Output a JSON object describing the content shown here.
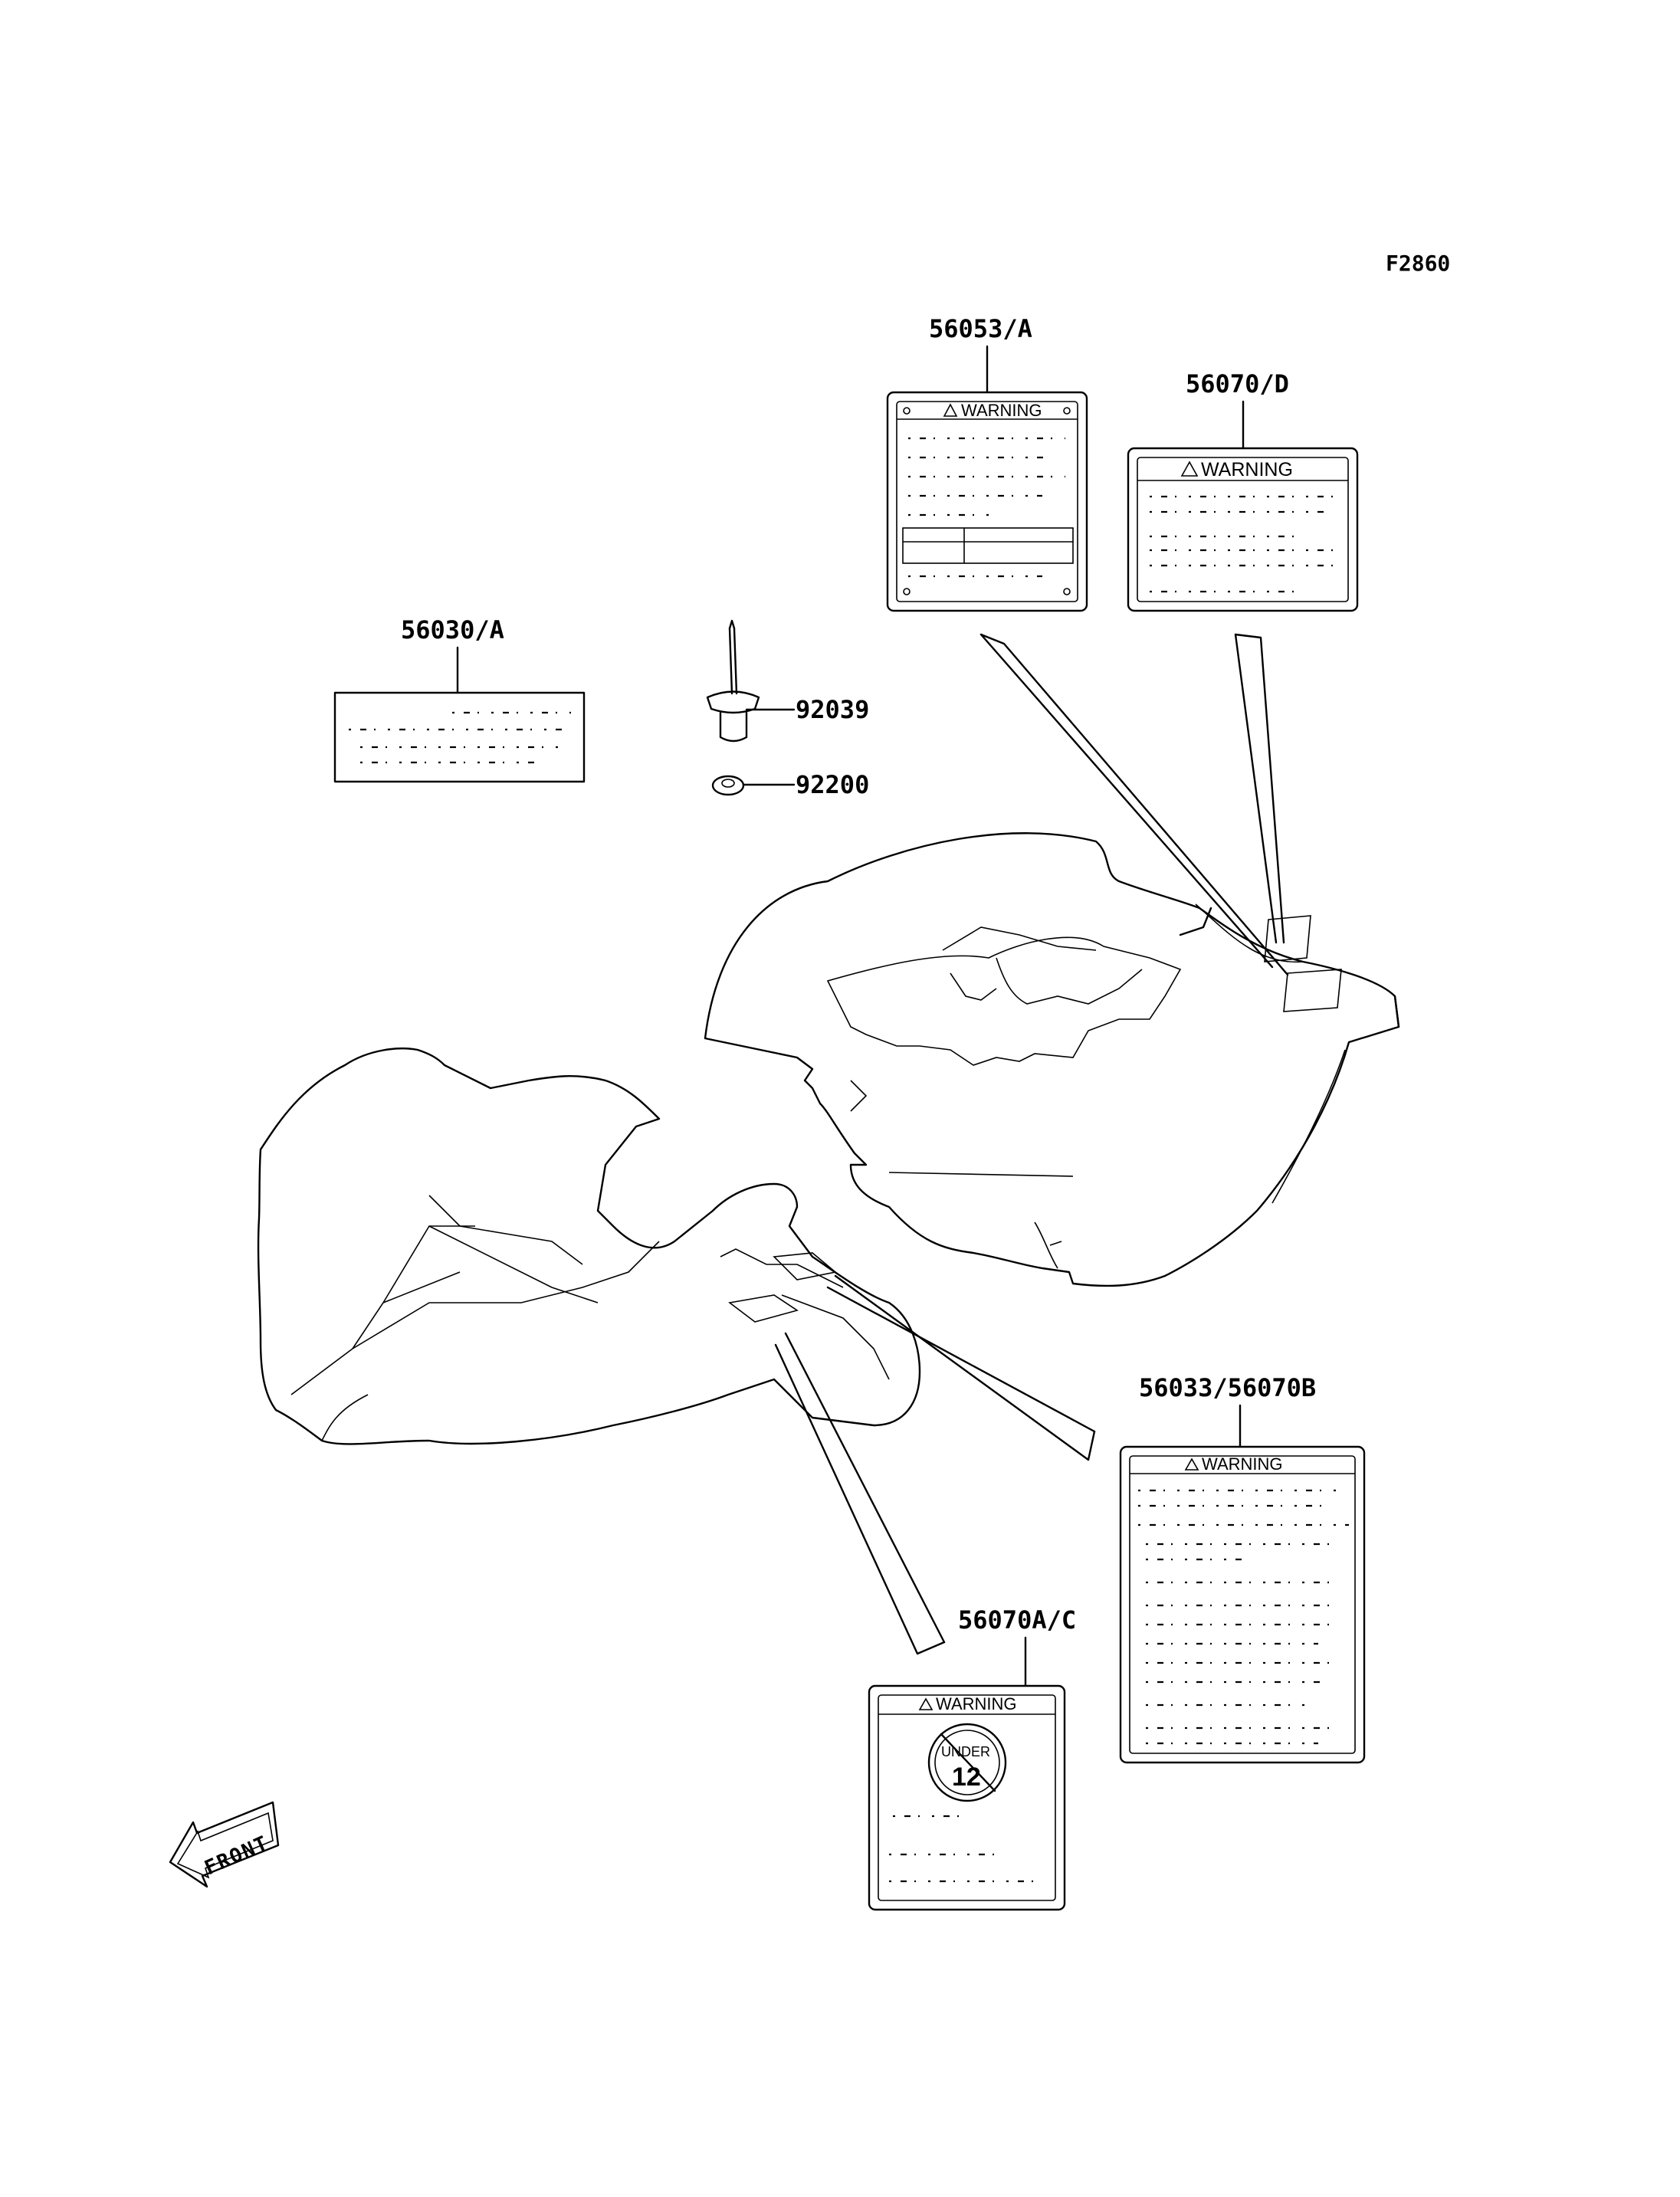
{
  "figure_code": "F2860",
  "parts": {
    "decal_56053": "56053/A",
    "decal_56070d": "56070/D",
    "decal_56030": "56030/A",
    "rivet": "92039",
    "washer": "92200",
    "decal_56033": "56033/56070B",
    "decal_56070ac": "56070A/C"
  },
  "labels": {
    "warning": "WARNING",
    "under_top": "UNDER",
    "under_num": "12",
    "front": "FRONT"
  }
}
